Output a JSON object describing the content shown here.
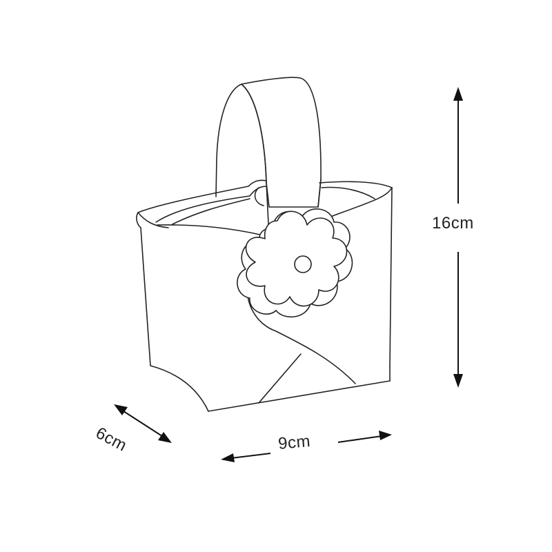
{
  "diagram": {
    "subject": "basket with handle and flower decoration",
    "dimensions": {
      "height": {
        "label": "16cm",
        "value": 16,
        "unit": "cm"
      },
      "width": {
        "label": "9cm",
        "value": 9,
        "unit": "cm"
      },
      "depth": {
        "label": "6cm",
        "value": 6,
        "unit": "cm"
      }
    },
    "colors": {
      "stroke": "#222222",
      "background": "#ffffff"
    }
  }
}
